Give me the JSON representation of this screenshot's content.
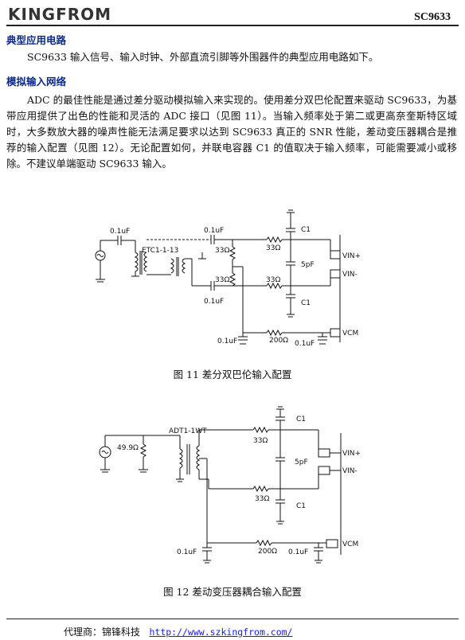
{
  "header": {
    "logo_text": "KINGFROM",
    "model": "SC9633"
  },
  "sections": {
    "typical_title": "典型应用电路",
    "typical_text": "SC9633 输入信号、输入时钟、外部直流引脚等外围器件的典型应用电路如下。",
    "analog_title": "模拟输入网络",
    "analog_text": "ADC 的最佳性能是通过差分驱动模拟输入来实现的。使用差分双巴伦配置来驱动 SC9633，为基带应用提供了出色的性能和灵活的 ADC 接口（见图 11）。当输入频率处于第二或更高奈奎斯特区域时，大多数放大器的噪声性能无法满足要求以达到 SC9633 真正的 SNR 性能，差动变压器耦合是推荐的输入配置（见图 12）。无论配置如何，并联电容器 C1 的值取决于输入频率，可能需要减小或移除。不建议单端驱动 SC9633 输入。"
  },
  "figure11": {
    "caption": "图 11 差分双巴伦输入配置",
    "labels": {
      "cap_in": "0.1uF",
      "balun": "ETC1-1-13",
      "cap_top": "0.1uF",
      "cap_bot": "0.1uF",
      "r_top_shunt": "33Ω",
      "r_bot_shunt": "33Ω",
      "r_top": "33Ω",
      "r_bot": "33Ω",
      "c1_top": "C1",
      "c1_bot": "C1",
      "c_mid": "5pF",
      "vin_p": "VIN+",
      "vin_m": "VIN-",
      "vcm": "VCM",
      "cap_vcm_left": "0.1uF",
      "r_vcm": "200Ω",
      "cap_vcm_right": "0.1uF"
    }
  },
  "figure12": {
    "caption": "图 12 差动变压器耦合输入配置",
    "labels": {
      "r_src": "49.9Ω",
      "xfmr": "ADT1-1WT",
      "r_top": "33Ω",
      "r_bot": "33Ω",
      "c1_top": "C1",
      "c1_bot": "C1",
      "c_mid": "5pF",
      "vin_p": "VIN+",
      "vin_m": "VIN-",
      "vcm": "VCM",
      "cap_left": "0.1uF",
      "r_vcm": "200Ω",
      "cap_right": "0.1uF"
    }
  },
  "footer": {
    "agent_label": "代理商：锦锋科技",
    "url": "http://www.szkingfrom.com/"
  }
}
